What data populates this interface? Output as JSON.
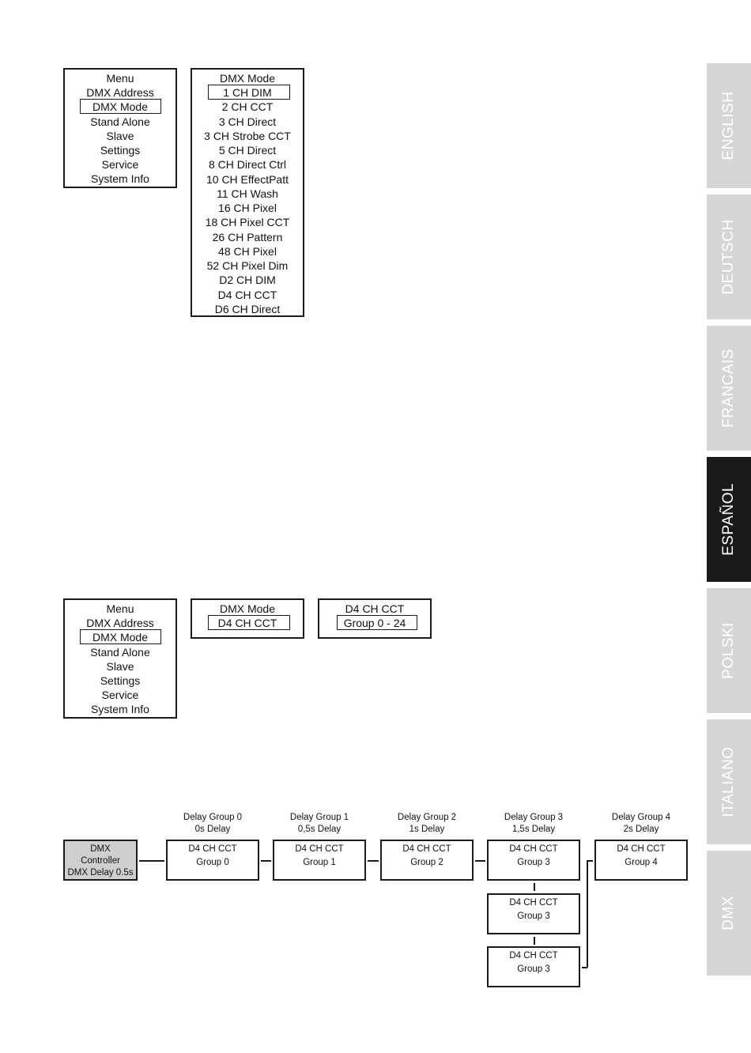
{
  "menu1": {
    "items": [
      "Menu",
      "DMX Address",
      "DMX Mode",
      "Stand Alone",
      "Slave",
      "Settings",
      "Service",
      "System Info"
    ],
    "selected_index": 2
  },
  "dmx_mode_list": {
    "items": [
      "DMX Mode",
      "1 CH DIM",
      "2 CH CCT",
      "3 CH Direct",
      "3 CH Strobe CCT",
      "5 CH Direct",
      "8 CH Direct Ctrl",
      "10 CH EffectPatt",
      "11 CH Wash",
      "16 CH Pixel",
      "18 CH Pixel CCT",
      "26 CH Pattern",
      "48 CH Pixel",
      "52 CH Pixel Dim",
      "D2 CH DIM",
      "D4 CH CCT",
      "D6 CH Direct"
    ],
    "selected_index": 1
  },
  "menu2": {
    "items": [
      "Menu",
      "DMX Address",
      "DMX Mode",
      "Stand Alone",
      "Slave",
      "Settings",
      "Service",
      "System Info"
    ],
    "selected_index": 2
  },
  "dmx_mode_selected": {
    "title": "DMX Mode",
    "value": "D4 CH CCT"
  },
  "group_screen": {
    "title": "D4 CH CCT",
    "value": "Group 0 - 24"
  },
  "diagram": {
    "controller": [
      "DMX",
      "Controller",
      "DMX Delay 0.5s"
    ],
    "captions": [
      [
        "Delay Group 0",
        "0s Delay"
      ],
      [
        "Delay Group 1",
        "0,5s Delay"
      ],
      [
        "Delay Group 2",
        "1s Delay"
      ],
      [
        "Delay Group 3",
        "1,5s Delay"
      ],
      [
        "Delay Group 4",
        "2s Delay"
      ]
    ],
    "fixtures": [
      [
        "D4 CH CCT",
        "Group 0"
      ],
      [
        "D4 CH CCT",
        "Group 1"
      ],
      [
        "D4 CH CCT",
        "Group 2"
      ],
      [
        "D4 CH CCT",
        "Group 3"
      ],
      [
        "D4 CH CCT",
        "Group 4"
      ],
      [
        "D4 CH CCT",
        "Group 3"
      ],
      [
        "D4 CH CCT",
        "Group 3"
      ]
    ]
  },
  "side_tabs": [
    {
      "label": "ENGLISH",
      "active": false
    },
    {
      "label": "DEUTSCH",
      "active": false
    },
    {
      "label": "FRANCAIS",
      "active": false
    },
    {
      "label": "ESPAÑOL",
      "active": true
    },
    {
      "label": "POLSKI",
      "active": false
    },
    {
      "label": "ITALIANO",
      "active": false
    },
    {
      "label": "DMX",
      "active": false
    }
  ],
  "colors": {
    "active_tab": "#1a1a1a",
    "inactive_tab": "#d6d6d6",
    "controller_fill": "#cfcfcf"
  }
}
